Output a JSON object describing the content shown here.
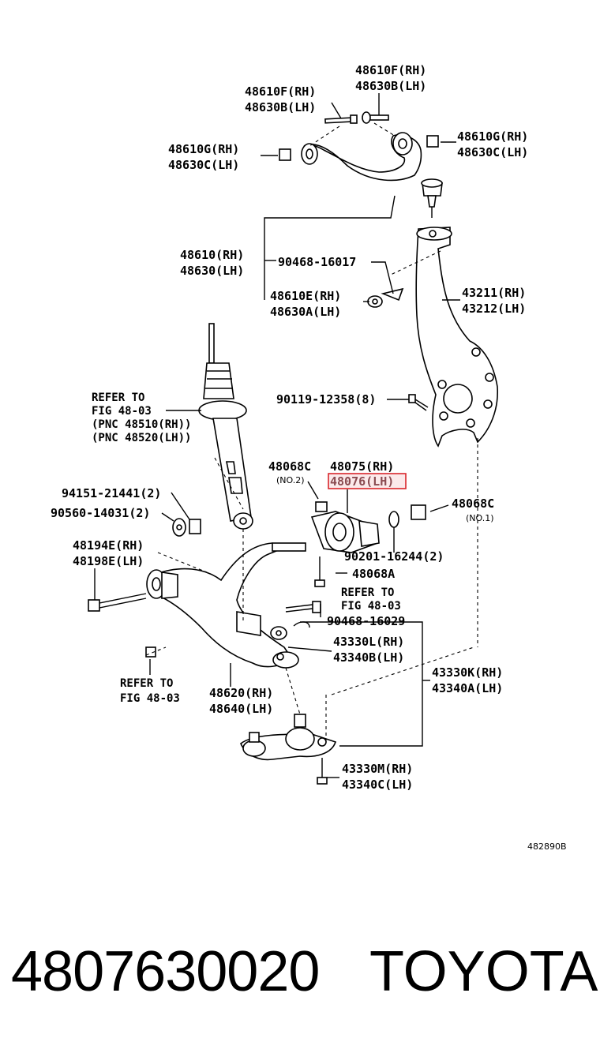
{
  "labels": {
    "upper_bolt_a": [
      "48610F(RH)",
      "48630B(LH)"
    ],
    "upper_bolt_b": [
      "48610F(RH)",
      "48630B(LH)"
    ],
    "upper_nut_left": [
      "48610G(RH)",
      "48630C(LH)"
    ],
    "upper_nut_right": [
      "48610G(RH)",
      "48630C(LH)"
    ],
    "upper_arm": [
      "48610(RH)",
      "48630(LH)"
    ],
    "upper_bolt_90468": "90468-16017",
    "upper_balljoint_nut": [
      "48610E(RH)",
      "48630A(LH)"
    ],
    "knuckle": [
      "43211(RH)",
      "43212(LH)"
    ],
    "knuckle_bolt": "90119-12358(8)",
    "strut_refer": [
      "REFER TO",
      "FIG 48-03",
      "(PNC 48510(RH))",
      "(PNC 48520(LH))"
    ],
    "bushing_nut_no2": "48068C",
    "no2": "(NO.2)",
    "bushing_rh": "48075(RH)",
    "bushing_lh": "48076(LH)",
    "stab_nut": "94151-21441(2)",
    "stab_washer": "90560-14031(2)",
    "bushing_nut_no1": "48068C",
    "no1": "(NO.1)",
    "washer_90201": "90201-16244(2)",
    "lower_bolt": [
      "48194E(RH)",
      "48198E(LH)"
    ],
    "bolt_48068a": "48068A",
    "refer_right": [
      "REFER TO",
      "FIG 48-03"
    ],
    "pin_90468": "90468-16029",
    "balljoint_nut": [
      "43330L(RH)",
      "43340B(LH)"
    ],
    "balljoint": [
      "43330K(RH)",
      "43340A(LH)"
    ],
    "refer_left": [
      "REFER TO",
      "FIG 48-03"
    ],
    "lower_arm": [
      "48620(RH)",
      "48640(LH)"
    ],
    "lower_balljoint_bolt": [
      "43330M(RH)",
      "43340C(LH)"
    ],
    "diagram_code": "482890B"
  },
  "footer": {
    "part_number": "4807630020",
    "brand": "TOYOTA"
  },
  "highlight_color": "#d9262b"
}
